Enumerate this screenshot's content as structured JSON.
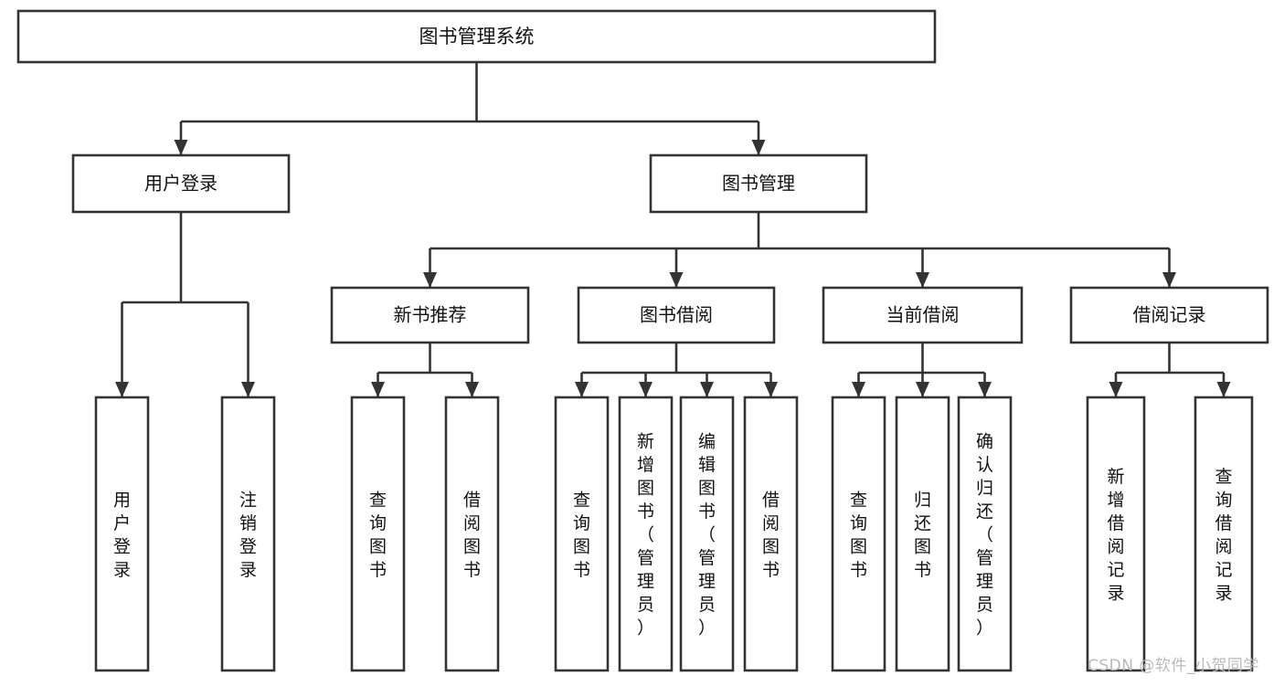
{
  "diagram": {
    "title": "图书管理系统",
    "type": "hierarchy-tree",
    "watermark": "CSDN @软件_小贺同学",
    "colors": {
      "stroke": "#333333",
      "box_fill": "#ffffff",
      "text": "#111111",
      "watermark": "#b9b9b9",
      "background": "#ffffff"
    },
    "root": {
      "label": "图书管理系统"
    },
    "level2": [
      {
        "label": "用户登录"
      },
      {
        "label": "图书管理"
      }
    ],
    "level3": [
      {
        "label": "新书推荐"
      },
      {
        "label": "图书借阅"
      },
      {
        "label": "当前借阅"
      },
      {
        "label": "借阅记录"
      }
    ],
    "leaves": {
      "user_login": [
        {
          "label": "用户登录"
        },
        {
          "label": "注销登录"
        }
      ],
      "new_book_recommend": [
        {
          "label": "查询图书"
        },
        {
          "label": "借阅图书"
        }
      ],
      "book_borrow": [
        {
          "label": "查询图书"
        },
        {
          "label": "新增图书（管理员）"
        },
        {
          "label": "编辑图书（管理员）"
        },
        {
          "label": "借阅图书"
        }
      ],
      "current_borrow": [
        {
          "label": "查询图书"
        },
        {
          "label": "归还图书"
        },
        {
          "label": "确认归还（管理员）"
        }
      ],
      "borrow_record": [
        {
          "label": "新增借阅记录"
        },
        {
          "label": "查询借阅记录"
        }
      ]
    }
  }
}
